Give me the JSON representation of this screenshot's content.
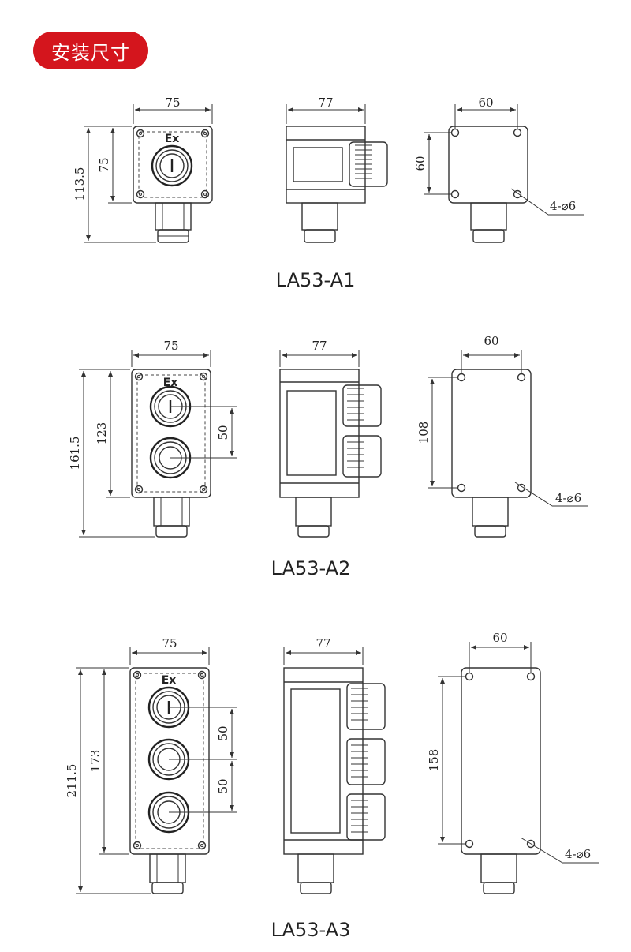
{
  "header": {
    "title": "安装尺寸"
  },
  "models": [
    {
      "name": "LA53-A1",
      "front": {
        "width": "75",
        "height": "75",
        "total_height": "113.5"
      },
      "side": {
        "depth": "77"
      },
      "back": {
        "width": "60",
        "height": "60",
        "holes": "4-⌀6"
      }
    },
    {
      "name": "LA53-A2",
      "front": {
        "width": "75",
        "height": "123",
        "total_height": "161.5",
        "pitch": "50"
      },
      "side": {
        "depth": "77"
      },
      "back": {
        "width": "60",
        "height": "108",
        "holes": "4-⌀6"
      }
    },
    {
      "name": "LA53-A3",
      "front": {
        "width": "75",
        "height": "173",
        "total_height": "211.5",
        "pitch1": "50",
        "pitch2": "50"
      },
      "side": {
        "depth": "77"
      },
      "back": {
        "width": "60",
        "height": "158",
        "holes": "4-⌀6"
      }
    }
  ],
  "labels": {
    "ex_mark": "Ex"
  }
}
